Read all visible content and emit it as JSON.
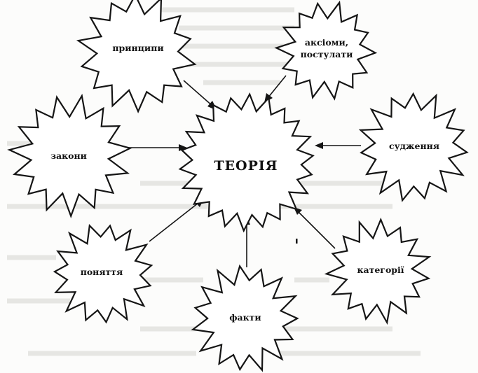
{
  "diagram": {
    "center": "ТЕОРІЯ",
    "nodes": {
      "pryntsypy": "принципи",
      "aksiomy": [
        "аксіоми,",
        "постулати"
      ],
      "sudzhennia": "судження",
      "zakony": "закони",
      "poniattia": "поняття",
      "fakty": "факти",
      "katehorii": "категорії"
    },
    "colors": {
      "ink": "#151515",
      "paper": "#fcfcfb"
    }
  }
}
